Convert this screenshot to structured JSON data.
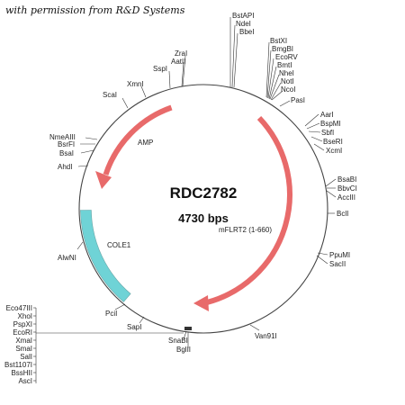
{
  "credit": "with permission from R&D Systems",
  "plasmid": {
    "name": "RDC2782",
    "size": "4730 bps"
  },
  "features": [
    {
      "label": "AMP",
      "color": "#e86a6a"
    },
    {
      "label": "mFLRT2 (1-660)",
      "color": "#e86a6a"
    },
    {
      "label": "COLE1",
      "color": "#6fd3d6"
    }
  ],
  "sites": {
    "top_cluster": [
      "BstAPI",
      "NdeI",
      "BbeI"
    ],
    "top_right_cluster": [
      "BstXI",
      "BmgBI",
      "EcoRV",
      "BmtI",
      "NheI",
      "NotI",
      "NcoI"
    ],
    "right_upper": [
      "PasI",
      "AarI",
      "BspMI",
      "SbfI",
      "BseRI",
      "XcmI"
    ],
    "right_middle": [
      "BsaBI",
      "BbvCI",
      "AccIII",
      "BclI"
    ],
    "right_lower": [
      "PpuMI",
      "SacII"
    ],
    "bottom_right": [
      "Van91I"
    ],
    "bottom": [
      "SnaBI",
      "BglII"
    ],
    "bottom_left_cluster": [
      "Eco47III",
      "XhoI",
      "PspXI",
      "EcoRI",
      "XmaI",
      "SmaI",
      "SalI",
      "Bst1107I",
      "BssHII",
      "AscI"
    ],
    "left": [
      "PciI",
      "SapI",
      "AlwNI",
      "AhdI",
      "BsaI",
      "BsrFI",
      "NmeAIII",
      "ScaI",
      "XmnI",
      "SspI",
      "AatII",
      "ZraI"
    ]
  }
}
